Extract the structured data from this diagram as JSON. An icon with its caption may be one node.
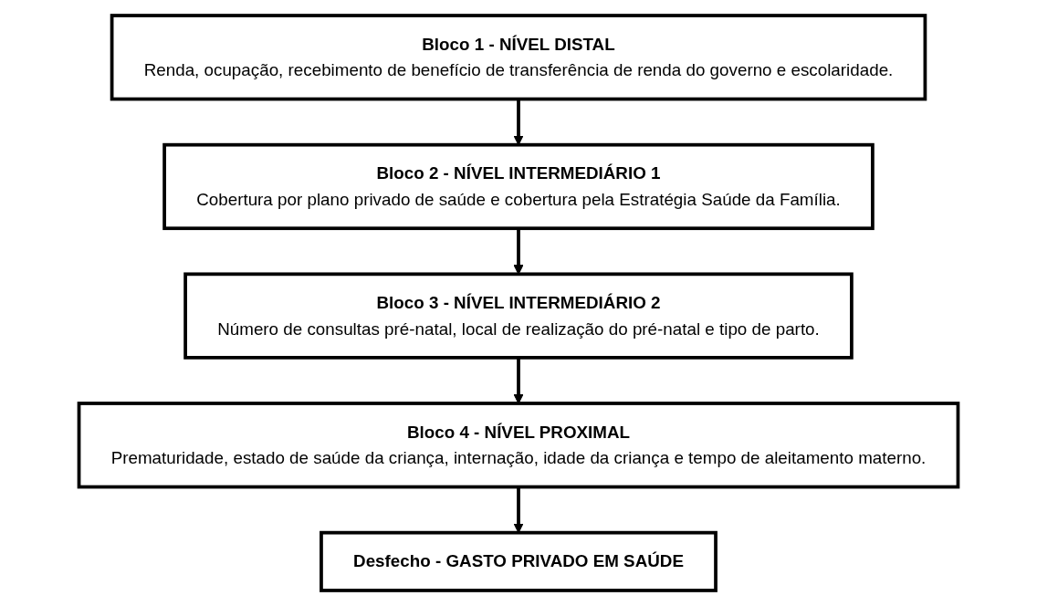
{
  "diagram": {
    "nodes": [
      {
        "text": [
          "Bloco 1 - NÍVEL DISTAL",
          "Renda, ocupação, recebimento de benefício de transferência de renda do governo e escolaridade."
        ]
      },
      {
        "text": [
          "Bloco 2 - NÍVEL INTERMEDIÁRIO 1",
          "Cobertura por plano privado de saúde e cobertura pela Estratégia Saúde da Família."
        ]
      },
      {
        "text": [
          "Bloco 3 - NÍVEL INTERMEDIÁRIO 2",
          "Número de consultas pré-natal, local de realização do pré-natal e tipo de parto."
        ]
      },
      {
        "text": [
          "Bloco 4 - NÍVEL PROXIMAL",
          "Prematuridade, estado de saúde da criança, internação, idade da criança e tempo de aleitamento materno."
        ]
      },
      {
        "text": [
          "Desfecho - GASTO PRIVADO EM SAÚDE"
        ]
      }
    ],
    "edges": [
      {
        "from": 0,
        "to": 1,
        "arrow": "to"
      },
      {
        "from": 1,
        "to": 2,
        "arrow": "to"
      },
      {
        "from": 2,
        "to": 3,
        "arrow": "to"
      },
      {
        "from": 3,
        "to": 4,
        "arrow": "to"
      }
    ]
  }
}
